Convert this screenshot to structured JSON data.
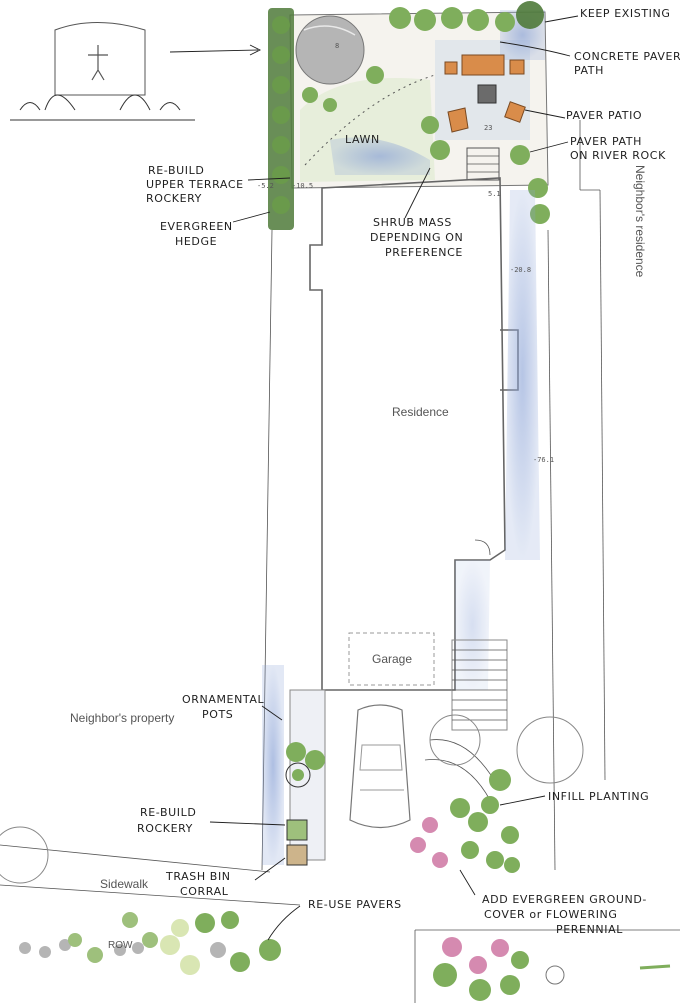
{
  "annotations": {
    "keep_existing": "KEEP EXISTING",
    "concrete_paver_path_1": "CONCRETE PAVER",
    "concrete_paver_path_2": "PATH",
    "paver_patio": "PAVER PATIO",
    "paver_path_1": "PAVER PATH",
    "paver_path_2": "ON RIVER ROCK",
    "lawn": "LAWN",
    "rebuild_terrace_1": "RE-BUILD",
    "rebuild_terrace_2": "UPPER TERRACE",
    "rebuild_terrace_3": "ROCKERY",
    "evergreen_hedge_1": "EVERGREEN",
    "evergreen_hedge_2": "HEDGE",
    "shrub_mass_1": "SHRUB MASS",
    "shrub_mass_2": "DEPENDING ON",
    "shrub_mass_3": "PREFERENCE",
    "ornamental_pots_1": "ORNAMENTAL",
    "ornamental_pots_2": "POTS",
    "rebuild_rockery_1": "RE-BUILD",
    "rebuild_rockery_2": "ROCKERY",
    "trash_bin_1": "TRASH BIN",
    "trash_bin_2": "CORRAL",
    "reuse_pavers": "RE-USE PAVERS",
    "infill_planting": "INFILL PLANTING",
    "groundcover_1": "ADD EVERGREEN GROUND-",
    "groundcover_2": "COVER or FLOWERING",
    "groundcover_3": "PERENNIAL"
  },
  "labels": {
    "residence": "Residence",
    "garage": "Garage",
    "neighbors_residence": "Neighbor's residence",
    "neighbors_property": "Neighbor's property",
    "sidewalk": "Sidewalk",
    "row": "ROW"
  },
  "elevations": {
    "e_52": "-5.2",
    "e_105": "-10.5",
    "e_208": "-20.8",
    "e_761": "-76.1",
    "e_8": "8",
    "e_23": "23",
    "e_51": "5.1"
  },
  "colors": {
    "water_blue": "#8ba3d6",
    "plant_green": "#7fae5c",
    "hedge_green": "#4f7a3a",
    "pink_flowers": "#d58ab0",
    "gravel_tan": "#d6cbb2",
    "stone_grey": "#b5b5b5",
    "ink": "#1f1f1f"
  }
}
